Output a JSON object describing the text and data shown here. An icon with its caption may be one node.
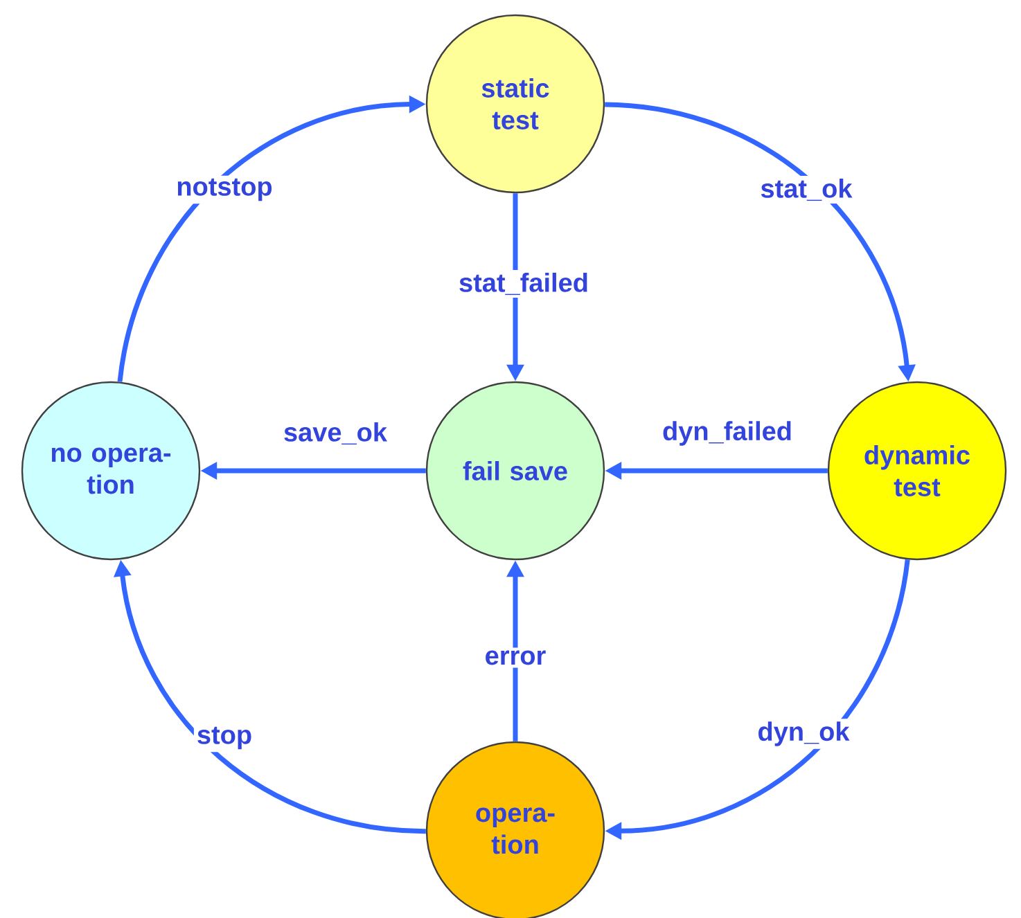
{
  "diagram": {
    "nodes": [
      {
        "text": [
          "static test"
        ]
      },
      {
        "text": [
          "fail save"
        ]
      },
      {
        "text": [
          "dynamic test"
        ]
      },
      {
        "text": [
          "no opera- tion"
        ]
      },
      {
        "text": [
          "opera- tion"
        ]
      }
    ],
    "edges": [
      {
        "from": 0,
        "to": 2,
        "arrow": "to",
        "label": "stat_ok"
      },
      {
        "from": 0,
        "to": 1,
        "arrow": "to",
        "label": "stat_failed"
      },
      {
        "from": 2,
        "to": 1,
        "arrow": "to",
        "label": "dyn_failed"
      },
      {
        "from": 2,
        "to": 4,
        "arrow": "to",
        "label": "dyn_ok"
      },
      {
        "from": 4,
        "to": 1,
        "arrow": "to",
        "label": "error"
      },
      {
        "from": 4,
        "to": 3,
        "arrow": "to",
        "label": "stop"
      },
      {
        "from": 1,
        "to": 3,
        "arrow": "to",
        "label": "save_ok"
      },
      {
        "from": 3,
        "to": 0,
        "arrow": "to",
        "label": "notstop"
      }
    ]
  }
}
